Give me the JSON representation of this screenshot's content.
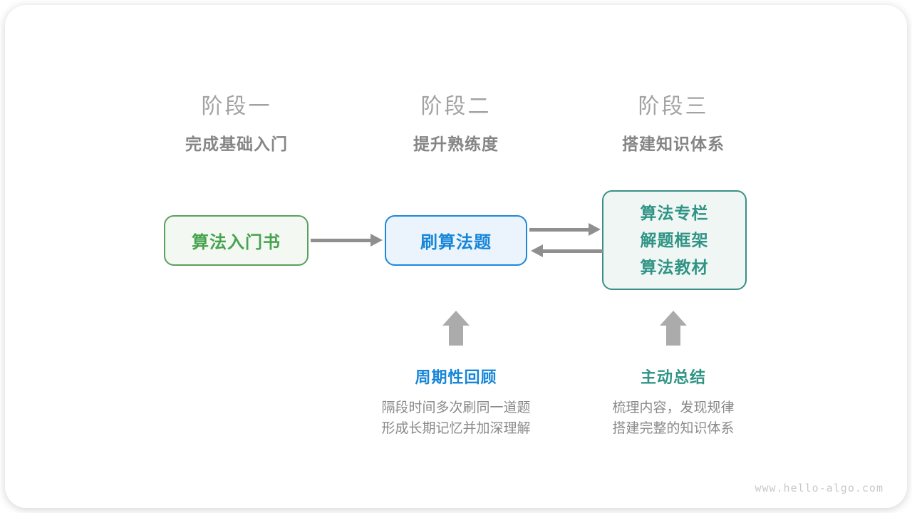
{
  "stages": [
    {
      "title": "阶段一",
      "subtitle": "完成基础入门"
    },
    {
      "title": "阶段二",
      "subtitle": "提升熟练度"
    },
    {
      "title": "阶段三",
      "subtitle": "搭建知识体系"
    }
  ],
  "nodes": [
    {
      "label": "算法入门书",
      "color": "#47a34f"
    },
    {
      "label": "刷算法题",
      "color": "#1786d8"
    },
    {
      "lines": [
        "算法专栏",
        "解题框架",
        "算法教材"
      ],
      "color": "#2f9485"
    }
  ],
  "annotations": [
    {
      "label": "周期性回顾",
      "color": "#1786d8",
      "desc_lines": [
        "隔段时间多次刷同一道题",
        "形成长期记忆并加深理解"
      ]
    },
    {
      "label": "主动总结",
      "color": "#2f9485",
      "desc_lines": [
        "梳理内容，发现规律",
        "搭建完整的知识体系"
      ]
    }
  ],
  "colors": {
    "green_border": "#5aa05f",
    "green_fill": "#f3f8f2",
    "blue_border": "#1e87db",
    "blue_fill": "#ebf4fc",
    "teal_border": "#3a9086",
    "teal_fill": "#eff6f4",
    "arrow_gray": "#8f8f8f",
    "up_arrow_gray": "#ababab",
    "stage_title_gray": "#a2a2a2",
    "stage_sub_gray": "#858585",
    "desc_gray": "#8a8a8a"
  },
  "watermark": "www.hello-algo.com"
}
